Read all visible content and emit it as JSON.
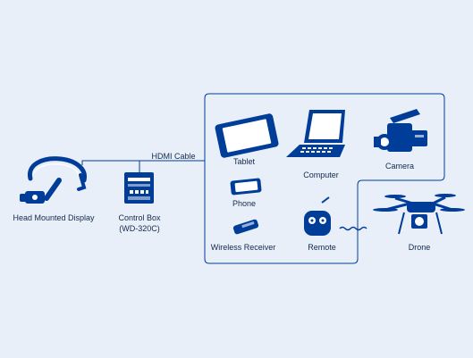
{
  "labels": {
    "head_mounted_display": "Head Mounted Display",
    "control_box_line1": "Control Box",
    "control_box_line2": "(WD-320C)",
    "hdmi_cable": "HDMI Cable",
    "tablet": "Tablet",
    "phone": "Phone",
    "wireless_receiver": "Wireless Receiver",
    "computer": "Computer",
    "remote": "Remote",
    "camera": "Camera",
    "drone": "Drone"
  },
  "colors": {
    "background": "#e9eff8",
    "device": "#003d99",
    "device_light": "#ffffff",
    "line": "#003d99"
  },
  "icons": [
    "headset-icon",
    "control-box-icon",
    "tablet-icon",
    "phone-icon",
    "receiver-icon",
    "laptop-icon",
    "remote-icon",
    "camcorder-icon",
    "drone-icon"
  ]
}
